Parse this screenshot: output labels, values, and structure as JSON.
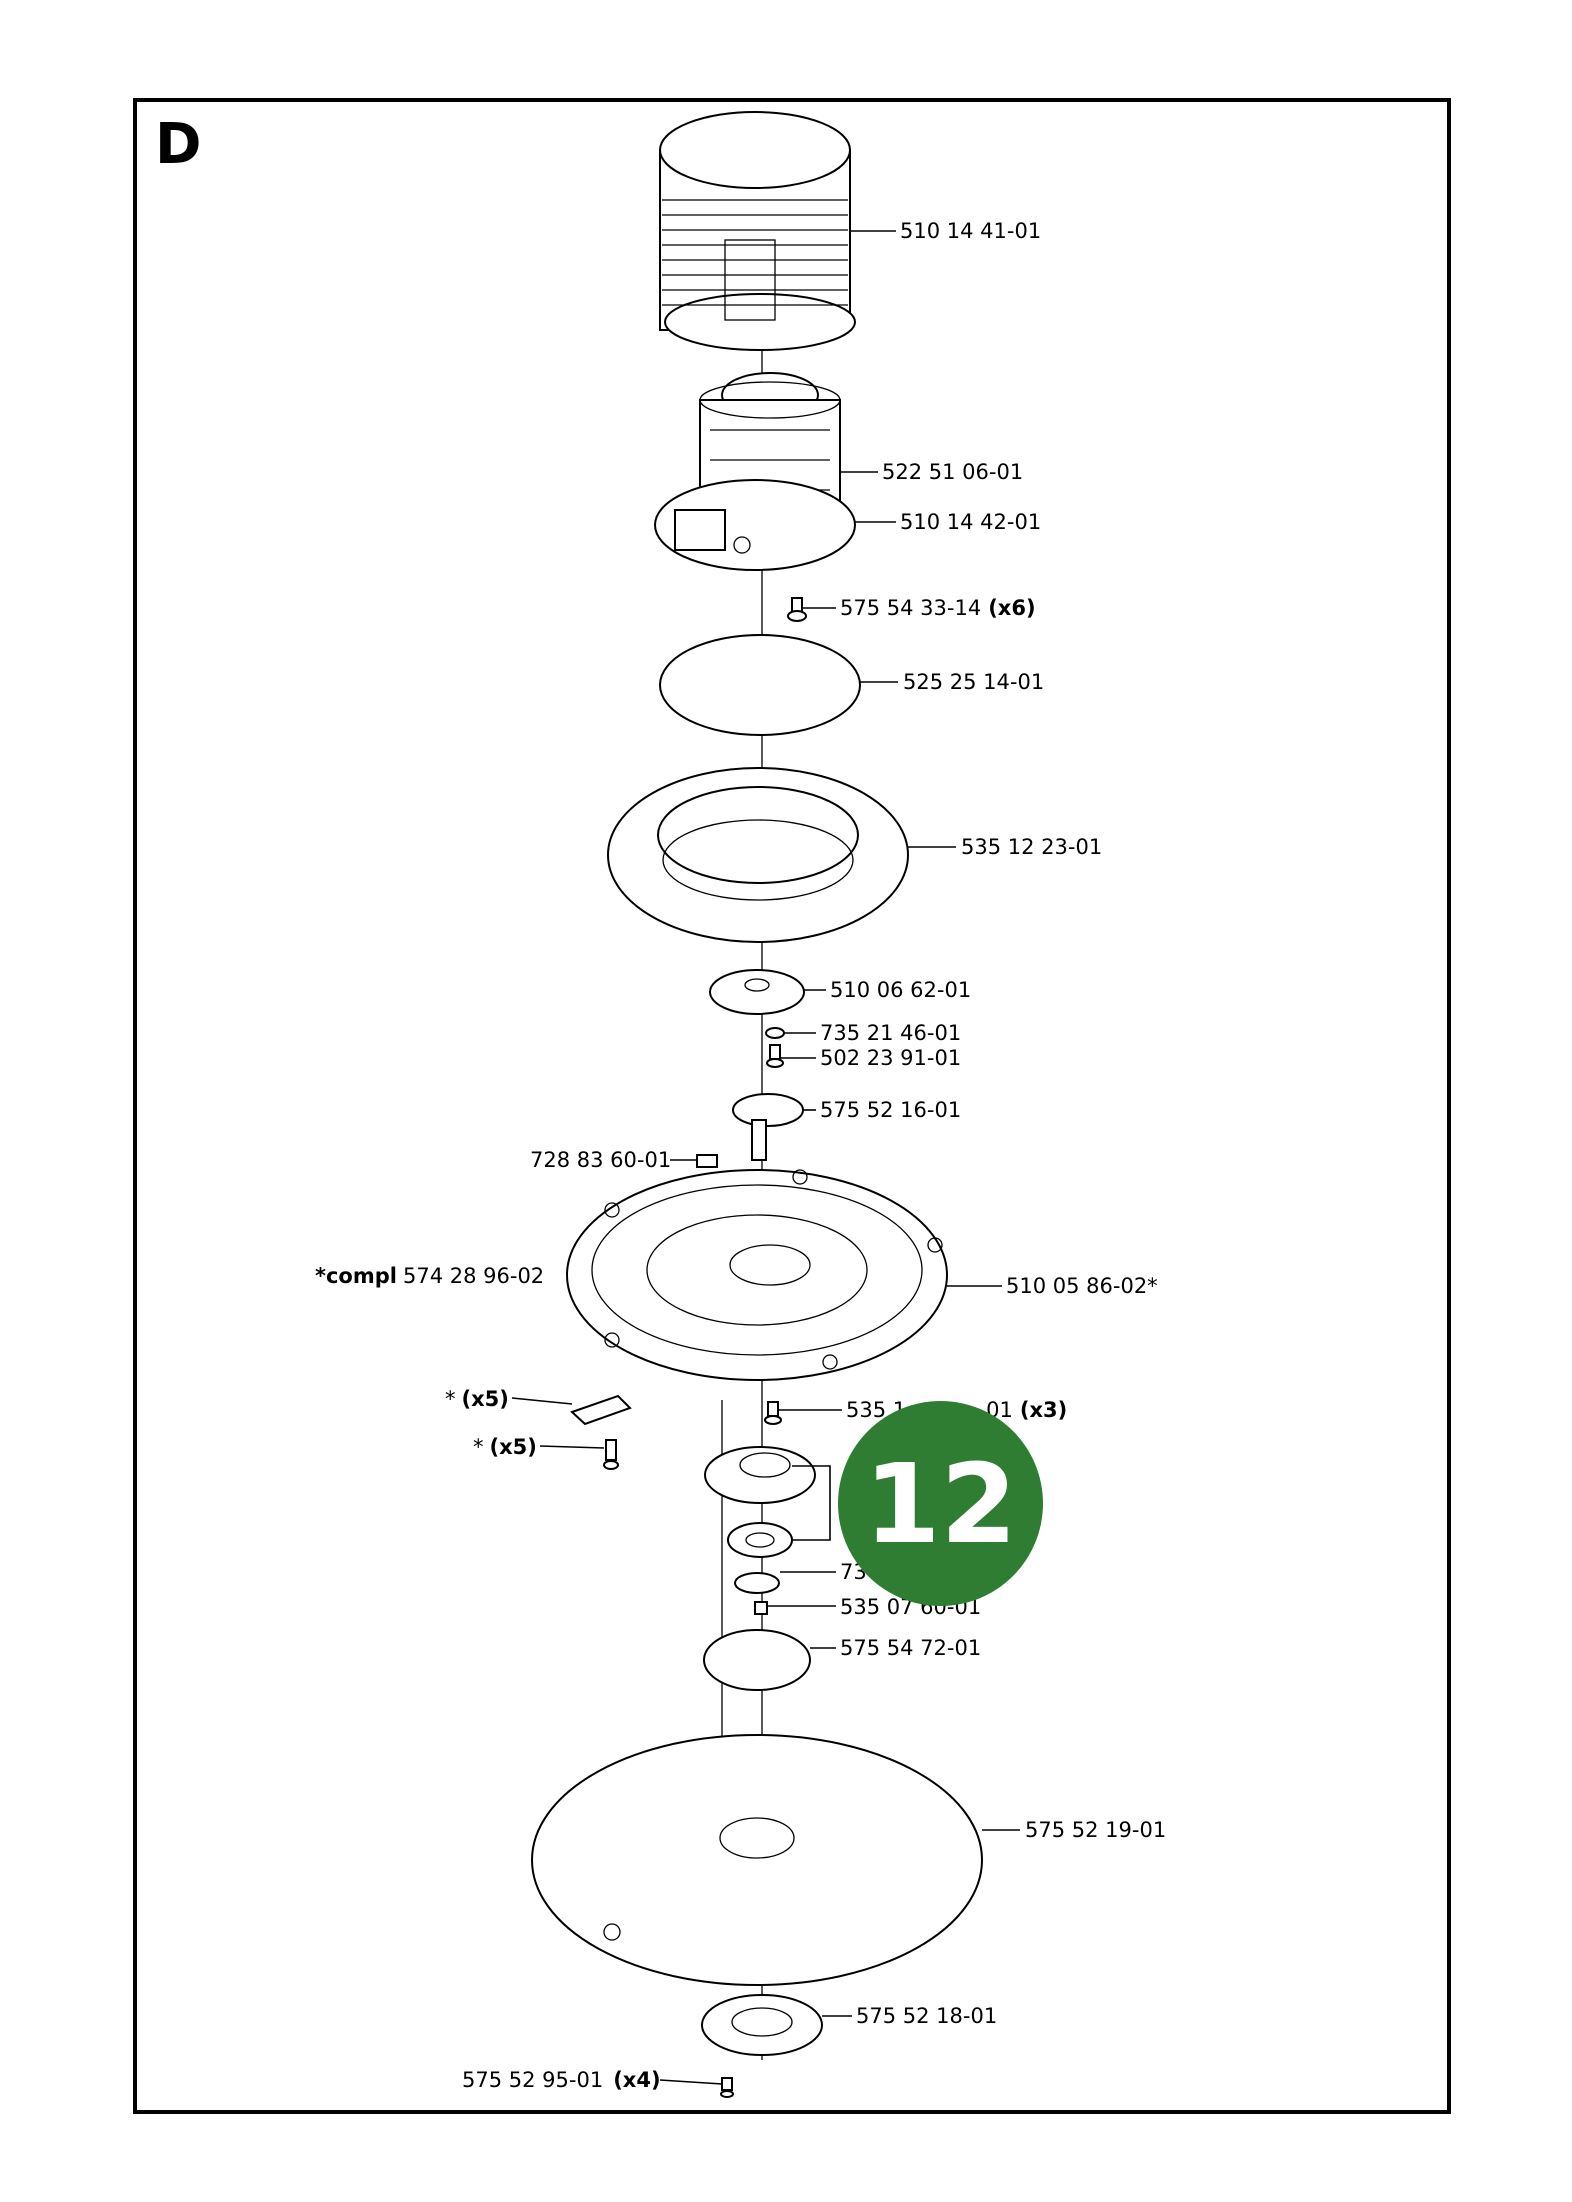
{
  "section_letter": "D",
  "badge": {
    "number": "12",
    "color": "#2e7d32"
  },
  "parts": [
    {
      "id": "p1",
      "number": "510 14 41-01",
      "qty": ""
    },
    {
      "id": "p2",
      "number": "522 51 06-01",
      "qty": ""
    },
    {
      "id": "p3",
      "number": "510 14 42-01",
      "qty": ""
    },
    {
      "id": "p4",
      "number": "575 54 33-14",
      "qty": "(x6)"
    },
    {
      "id": "p5",
      "number": "525 25 14-01",
      "qty": ""
    },
    {
      "id": "p6",
      "number": "535 12 23-01",
      "qty": ""
    },
    {
      "id": "p7",
      "number": "510 06 62-01",
      "qty": ""
    },
    {
      "id": "p8",
      "number": "735 21 46-01",
      "qty": ""
    },
    {
      "id": "p9",
      "number": "502 23 91-01",
      "qty": ""
    },
    {
      "id": "p10",
      "number": "575 52 16-01",
      "qty": ""
    },
    {
      "id": "p11",
      "number": "728 83 60-01",
      "qty": ""
    },
    {
      "id": "p12",
      "number": "510 05 86-02*",
      "qty": ""
    },
    {
      "id": "p13",
      "number": "574 28 96-02",
      "prefix": "*compl"
    },
    {
      "id": "p14",
      "number": "*",
      "qty": "(x5)"
    },
    {
      "id": "p15",
      "number": "*",
      "qty": "(x5)"
    },
    {
      "id": "p16",
      "number": "535 1",
      "qty": "(x3)",
      "tail": "01"
    },
    {
      "id": "p17",
      "number": "73",
      "qty": ""
    },
    {
      "id": "p18",
      "number": "535 07 60-01",
      "qty": ""
    },
    {
      "id": "p19",
      "number": "575 54 72-01",
      "qty": ""
    },
    {
      "id": "p20",
      "number": "575 52 19-01",
      "qty": ""
    },
    {
      "id": "p21",
      "number": "575 52 18-01",
      "qty": ""
    },
    {
      "id": "p22",
      "number": "575 52 95-01",
      "qty": "(x4)"
    }
  ]
}
